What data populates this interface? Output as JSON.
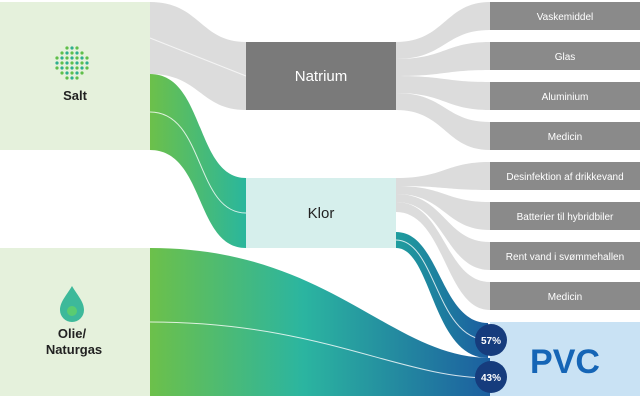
{
  "sources": {
    "salt": {
      "label": "Salt",
      "icon": "salt-crystal-icon"
    },
    "oil_gas": {
      "label_lines": [
        "Olie/",
        "Naturgas"
      ],
      "icon": "oil-drop-icon"
    }
  },
  "nodes": {
    "natrium": {
      "label": "Natrium"
    },
    "klor": {
      "label": "Klor"
    },
    "pvc": {
      "label": "PVC"
    }
  },
  "natrium_uses": [
    "Vaskemiddel",
    "Glas",
    "Aluminium",
    "Medicin"
  ],
  "klor_uses": [
    "Desinfektion af drikkevand",
    "Batterier til hybridbiler",
    "Rent vand i svømmehallen",
    "Medicin"
  ],
  "pvc_shares": {
    "klor": "57%",
    "oil_gas": "43%"
  },
  "colors": {
    "source_bg": "#e5f1dc",
    "natrium_box": "#7a7a7a",
    "use_box": "#8a8a8a",
    "klor_box": "#d6efec",
    "pvc_box": "#c9e2f4",
    "pvc_text": "#1565b6",
    "badge": "#163c7d",
    "grey_flow": "#dcdcdc",
    "green": "#6cc04a",
    "teal": "#27b6a0",
    "blue": "#1c5fa0"
  }
}
